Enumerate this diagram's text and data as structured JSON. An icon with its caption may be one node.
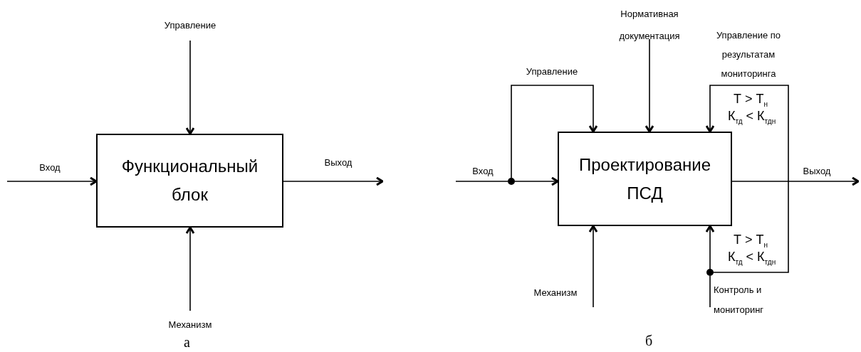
{
  "diagram": {
    "nodes": [
      {
        "text": [
          "Функциональный блок"
        ]
      },
      {
        "text": [
          "Проектирование ПСД"
        ]
      },
      {
        "text": [],
        "shape": "circle"
      },
      {
        "text": [],
        "shape": "circle"
      }
    ],
    "edges": [
      {
        "from": null,
        "to": 0,
        "arrow": "to",
        "label": "Вход"
      },
      {
        "from": null,
        "to": 0,
        "arrow": "to",
        "label": "Управление"
      },
      {
        "from": 0,
        "to": null,
        "arrow": "to",
        "label": "Выход"
      },
      {
        "from": null,
        "to": 0,
        "arrow": "to",
        "label": "Механизм"
      },
      {
        "from": null,
        "to": 2,
        "arrow": "none",
        "label": "Вход"
      },
      {
        "from": 2,
        "to": 1,
        "arrow": "to"
      },
      {
        "from": 2,
        "to": 1,
        "arrow": "to",
        "label": "Управление"
      },
      {
        "from": null,
        "to": 1,
        "arrow": "to",
        "label": "Нормативная документация"
      },
      {
        "from": 1,
        "to": null,
        "arrow": "to",
        "label": "Выход"
      },
      {
        "from": null,
        "to": 1,
        "arrow": "to",
        "label": "Механизм"
      },
      {
        "from": null,
        "to": 3,
        "arrow": "none",
        "label": "Контроль и мониторинг"
      },
      {
        "from": 3,
        "to": 1,
        "arrow": "to"
      },
      {
        "from": 3,
        "to": 1,
        "arrow": "to",
        "label": "Управление по результатам мониторинга"
      }
    ],
    "labels": [
      "Т > Т$_{н}$",
      "К$_{тд}$ < К$_{тдн}$",
      "Т > Т$_{н}$",
      "К$_{тд}$ < К$_{тдн}$",
      "а",
      "б"
    ]
  }
}
